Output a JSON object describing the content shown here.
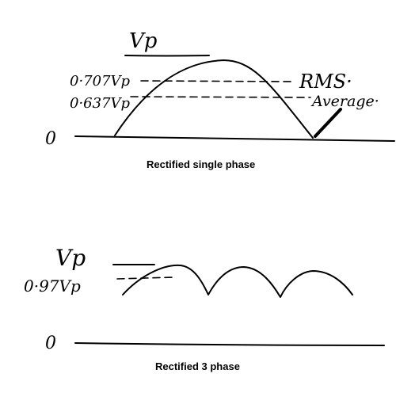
{
  "single_phase": {
    "caption": "Rectified single phase",
    "peak_label": "Vp",
    "rms_value_label": "0·707Vp",
    "avg_value_label": "0·637Vp",
    "rms_label": "RMS·",
    "avg_label": "Average·",
    "zero_label": "0"
  },
  "three_phase": {
    "caption": "Rectified 3 phase",
    "peak_label": "Vp",
    "level_label": "0·97Vp",
    "zero_label": "0"
  }
}
